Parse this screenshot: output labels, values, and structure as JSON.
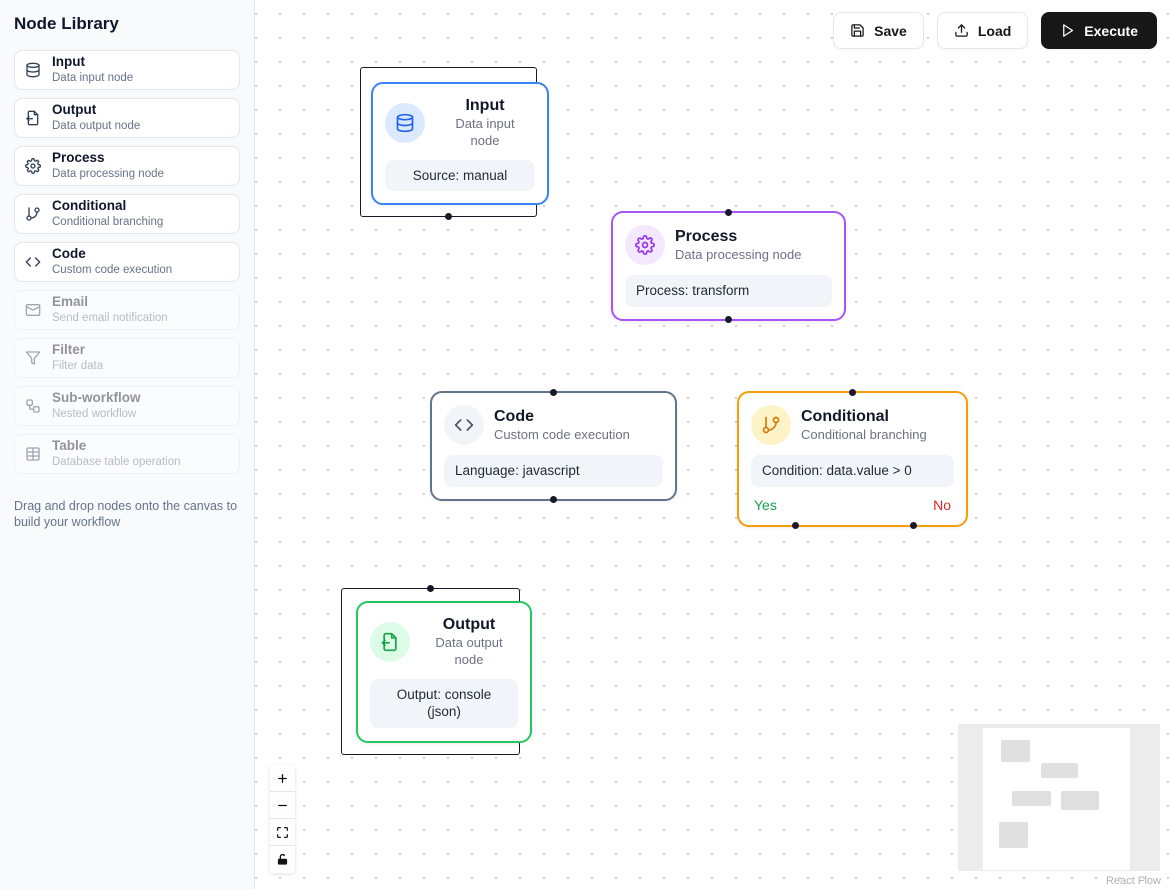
{
  "sidebar": {
    "title": "Node Library",
    "hint": "Drag and drop nodes onto the canvas to build your workflow",
    "items": [
      {
        "label": "Input",
        "desc": "Data input node",
        "icon": "database-icon",
        "enabled": true
      },
      {
        "label": "Output",
        "desc": "Data output node",
        "icon": "file-output-icon",
        "enabled": true
      },
      {
        "label": "Process",
        "desc": "Data processing node",
        "icon": "gear-icon",
        "enabled": true
      },
      {
        "label": "Conditional",
        "desc": "Conditional branching",
        "icon": "git-branch-icon",
        "enabled": true
      },
      {
        "label": "Code",
        "desc": "Custom code execution",
        "icon": "code-icon",
        "enabled": true
      },
      {
        "label": "Email",
        "desc": "Send email notification",
        "icon": "mail-icon",
        "enabled": false
      },
      {
        "label": "Filter",
        "desc": "Filter data",
        "icon": "filter-icon",
        "enabled": false
      },
      {
        "label": "Sub-workflow",
        "desc": "Nested workflow",
        "icon": "workflow-icon",
        "enabled": false
      },
      {
        "label": "Table",
        "desc": "Database table operation",
        "icon": "table-icon",
        "enabled": false
      }
    ]
  },
  "toolbar": {
    "save_label": "Save",
    "save_icon": "save-icon",
    "load_label": "Load",
    "load_icon": "upload-icon",
    "execute_label": "Execute",
    "execute_icon": "play-icon",
    "execute_bg": "#171717"
  },
  "canvas": {
    "attribution": "React Flow",
    "controls": [
      "zoom-in-icon",
      "zoom-out-icon",
      "fit-view-icon",
      "unlock-icon"
    ],
    "nodes": [
      {
        "type": "input",
        "title": "Input",
        "subtitle": "Data input node",
        "detail": "Source: manual",
        "icon": "database-icon",
        "accent": "#3b82f6",
        "icon_bg": "#dbeafe",
        "icon_color": "#2563eb"
      },
      {
        "type": "process",
        "title": "Process",
        "subtitle": "Data processing node",
        "detail": "Process: transform",
        "icon": "gear-icon",
        "accent": "#a855f7",
        "icon_bg": "#f3e8ff",
        "icon_color": "#9333ea"
      },
      {
        "type": "code",
        "title": "Code",
        "subtitle": "Custom code execution",
        "detail": "Language: javascript",
        "icon": "code-icon",
        "accent": "#64748b",
        "icon_bg": "#f1f5f9",
        "icon_color": "#475569"
      },
      {
        "type": "conditional",
        "title": "Conditional",
        "subtitle": "Conditional branching",
        "detail": "Condition: data.value > 0",
        "yes_label": "Yes",
        "no_label": "No",
        "yes_color": "#16a34a",
        "no_color": "#dc2626",
        "icon": "git-branch-icon",
        "accent": "#f59e0b",
        "icon_bg": "#fef3c7",
        "icon_color": "#d97706"
      },
      {
        "type": "output",
        "title": "Output",
        "subtitle": "Data output node",
        "detail": "Output: console (json)",
        "icon": "file-output-icon",
        "accent": "#22c55e",
        "icon_bg": "#dcfce7",
        "icon_color": "#16a34a"
      }
    ]
  }
}
